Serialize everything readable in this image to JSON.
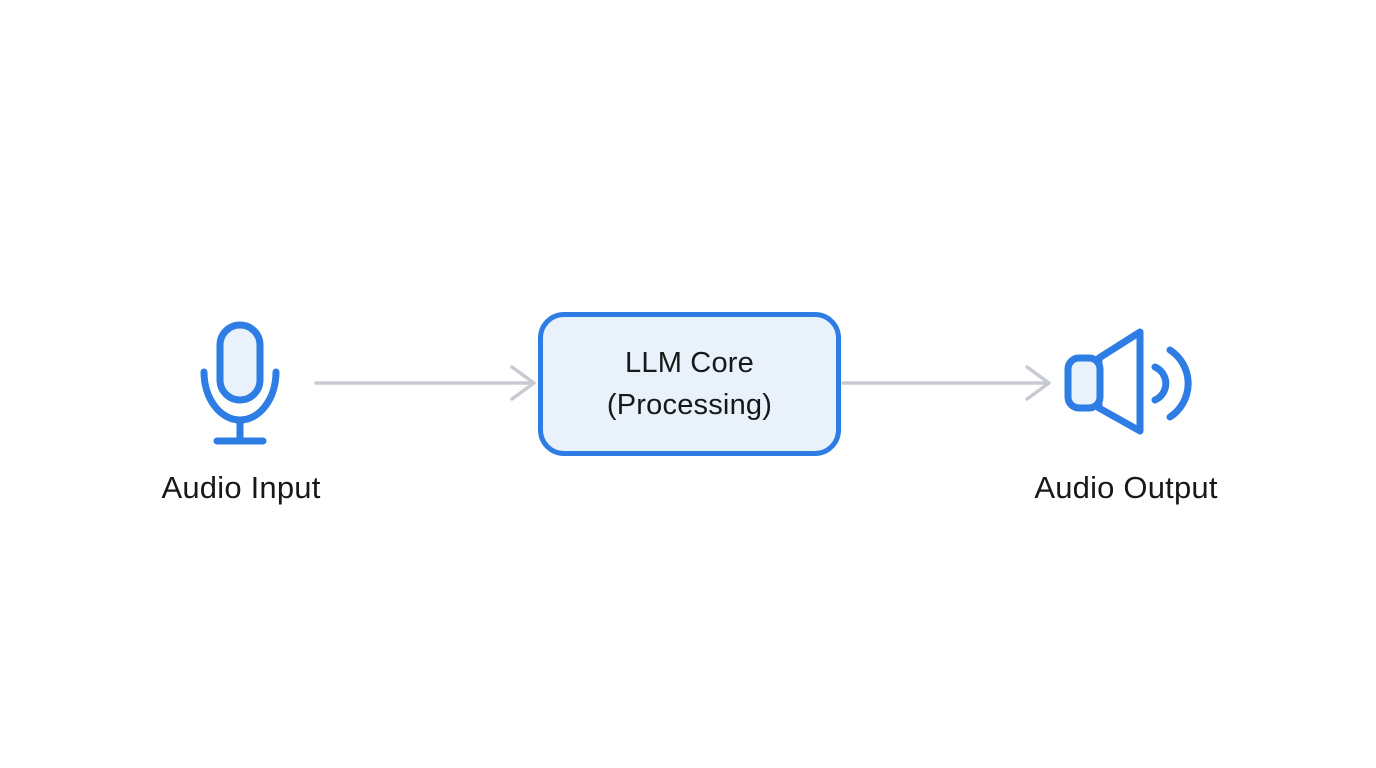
{
  "diagram": {
    "title": "Audio pipeline diagram",
    "nodes": {
      "input": {
        "label": "Audio Input",
        "icon": "microphone-icon"
      },
      "core": {
        "line1": "LLM Core",
        "line2": "(Processing)"
      },
      "output": {
        "label": "Audio Output",
        "icon": "speaker-icon"
      }
    },
    "connectors": [
      {
        "from": "input",
        "to": "core",
        "style": "gray-arrow-right"
      },
      {
        "from": "core",
        "to": "output",
        "style": "gray-arrow-right"
      }
    ]
  },
  "colors": {
    "canvas_bg": "#ffffff",
    "accent_blue": "#2d7de4",
    "icon_fill_light": "#e9f1fb",
    "box_fill": "#e9f1fb",
    "arrow_gray": "#c7cbd1",
    "text_dark": "#17181a"
  }
}
